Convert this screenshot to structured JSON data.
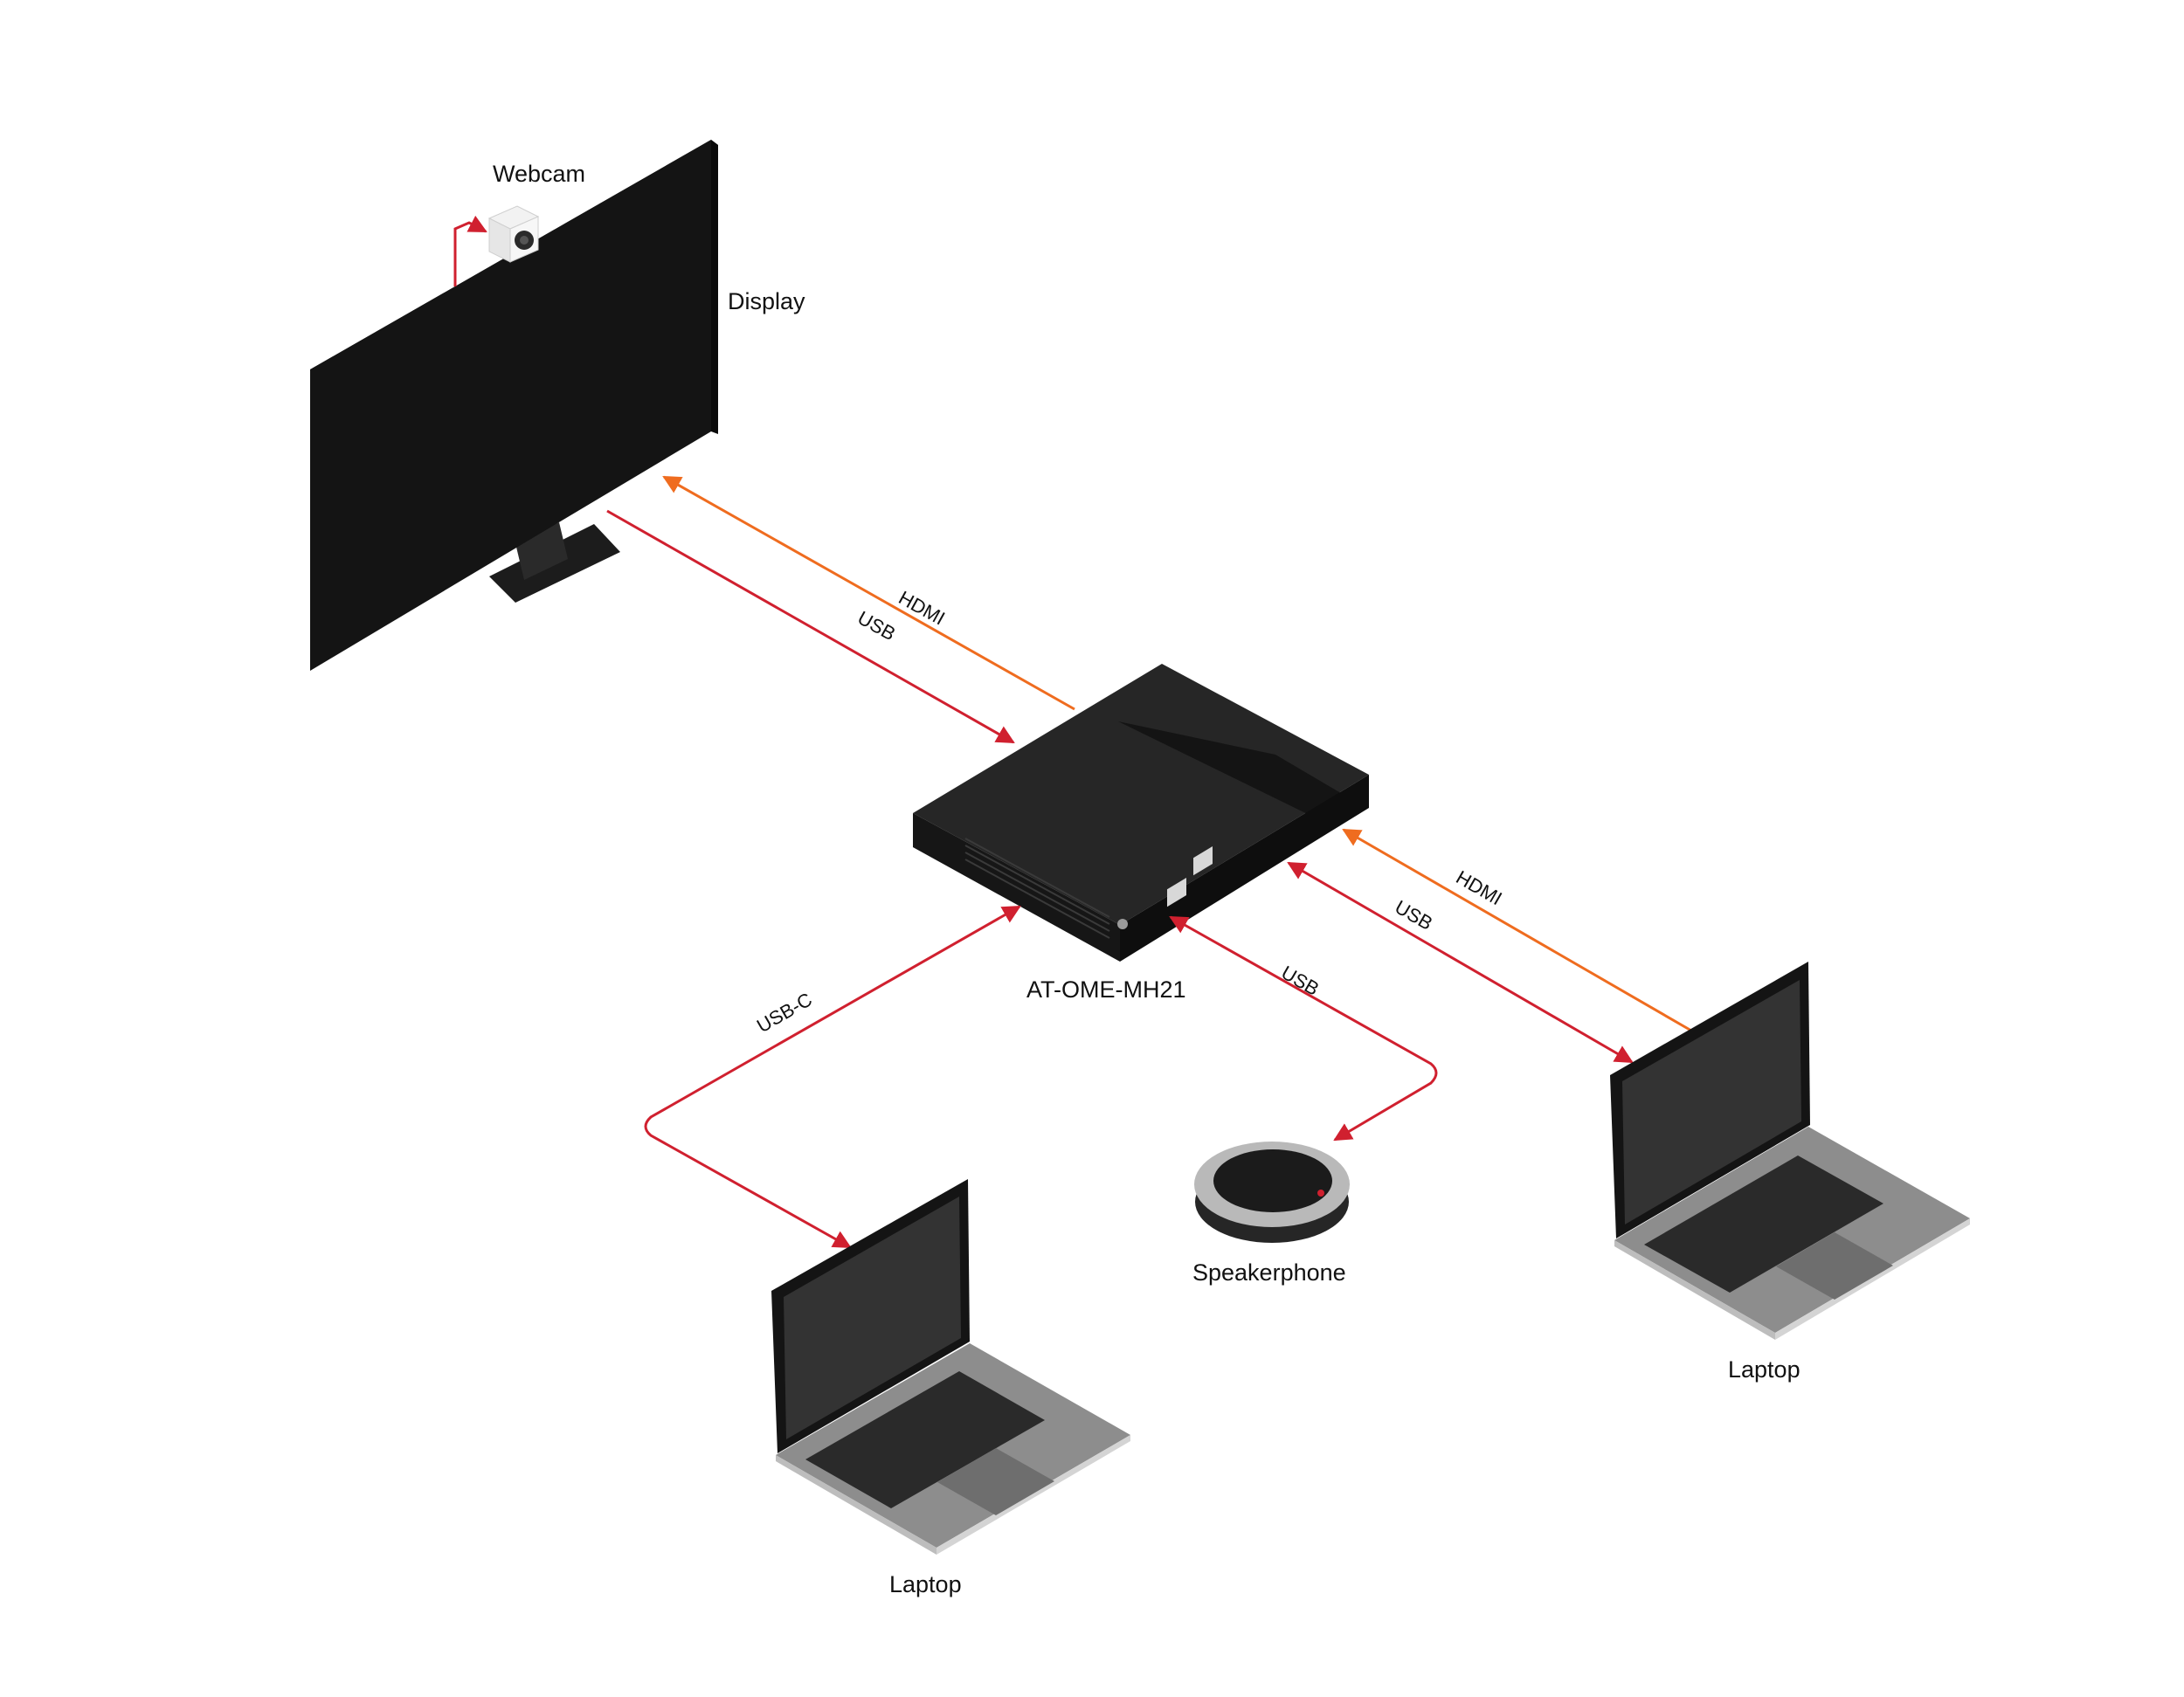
{
  "colors": {
    "usb": "#d0202f",
    "hdmi": "#ef6c1f",
    "device": "#1c1c1c",
    "laptop_body": "#8d8d8d",
    "screen": "#333333"
  },
  "labels": {
    "webcam": "Webcam",
    "display": "Display",
    "hub": "AT-OME-MH21",
    "speakerphone": "Speakerphone",
    "laptop_left": "Laptop",
    "laptop_right": "Laptop"
  },
  "connections": {
    "display_hdmi": "HDMI",
    "display_usb": "USB",
    "right_hdmi": "HDMI",
    "right_usb": "USB",
    "left_usbc": "USB-C",
    "speaker_usb": "USB"
  }
}
